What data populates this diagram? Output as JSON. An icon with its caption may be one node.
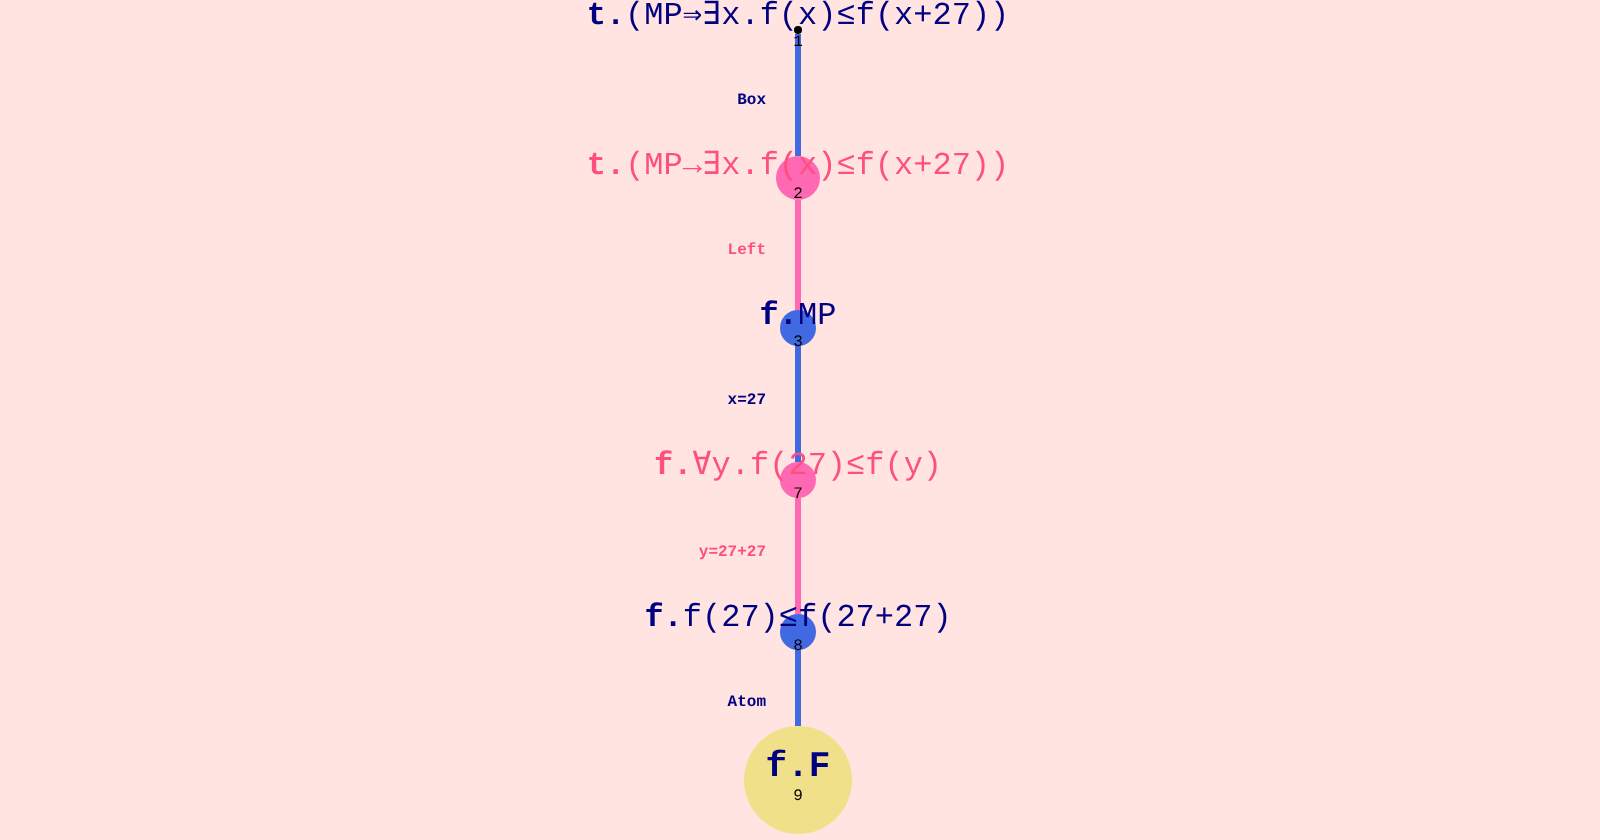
{
  "diagram": {
    "nodes": [
      {
        "text": [
          "**t.**(MP⇒∃x.f(x)≤f(x+27))",
          "1"
        ]
      },
      {
        "text": [
          "**t.**(MP→∃x.f(x)≤f(x+27))",
          "2"
        ]
      },
      {
        "text": [
          "**f.**MP",
          "3"
        ]
      },
      {
        "text": [
          "**f.**∀y.f(27)≤f(y)",
          "7"
        ]
      },
      {
        "text": [
          "**f.**f(27)≤f(27+27)",
          "8"
        ]
      },
      {
        "text": [
          "**f.F**",
          "9"
        ]
      }
    ],
    "edges": [
      {
        "from": 0,
        "to": 1,
        "arrow": "none",
        "label": "Box"
      },
      {
        "from": 1,
        "to": 2,
        "arrow": "none",
        "label": "Left",
        "color": "#ff69b4"
      },
      {
        "from": 2,
        "to": 3,
        "arrow": "none",
        "label": "x=27"
      },
      {
        "from": 3,
        "to": 4,
        "arrow": "none",
        "label": "y=27+27",
        "color": "#ff69b4"
      },
      {
        "from": 4,
        "to": 5,
        "arrow": "none",
        "label": "Atom"
      }
    ]
  }
}
